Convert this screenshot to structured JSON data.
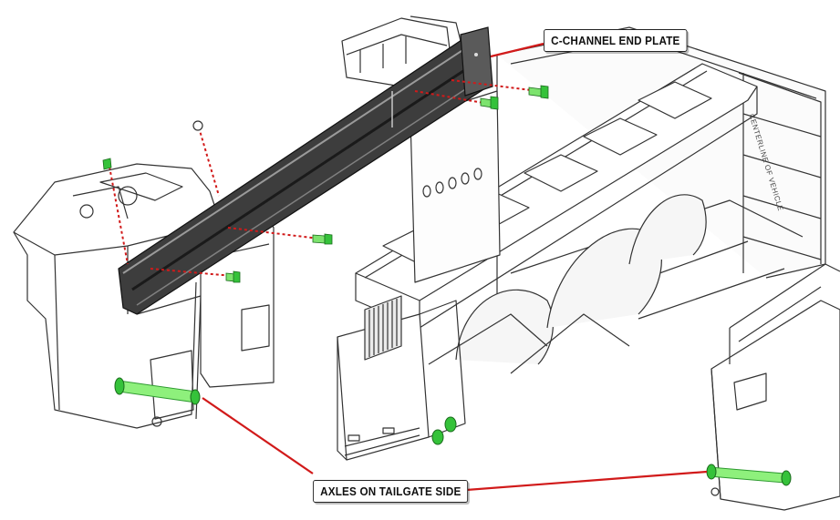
{
  "callouts": {
    "end_plate": "C-CHANNEL END PLATE",
    "axles": "AXLES ON TAILGATE SIDE"
  },
  "bed_wall_label": "CENTERLINE OF VEHICLE",
  "colors": {
    "leader_line": "#d11a1a",
    "bolt_green": "#35c23a",
    "axle_green": "#7de36e",
    "channel": "#3a3a3a",
    "line_art": "#333333"
  }
}
